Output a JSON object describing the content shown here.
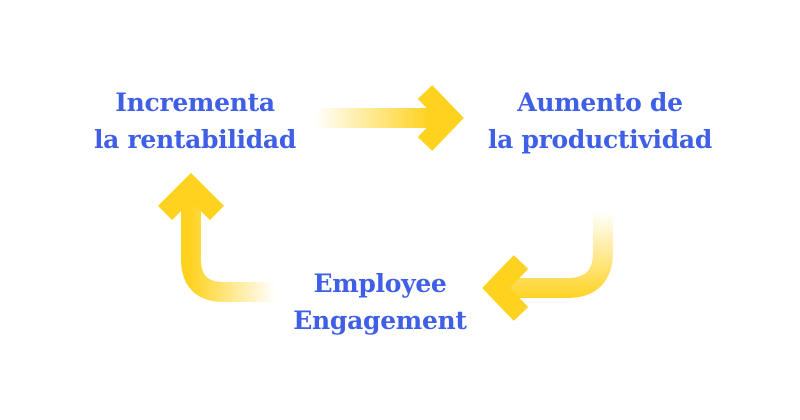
{
  "diagram": {
    "colors": {
      "text": "#3f5fe6",
      "arrow": "#ffd21f",
      "background": "#ffffff"
    },
    "nodes": {
      "left": {
        "line1": "Incrementa",
        "line2": "la rentabilidad"
      },
      "right": {
        "line1": "Aumento de",
        "line2": "la productividad"
      },
      "bottom": {
        "line1": "Employee",
        "line2": "Engagement"
      }
    },
    "flow": [
      "left",
      "right",
      "bottom",
      "left"
    ]
  }
}
